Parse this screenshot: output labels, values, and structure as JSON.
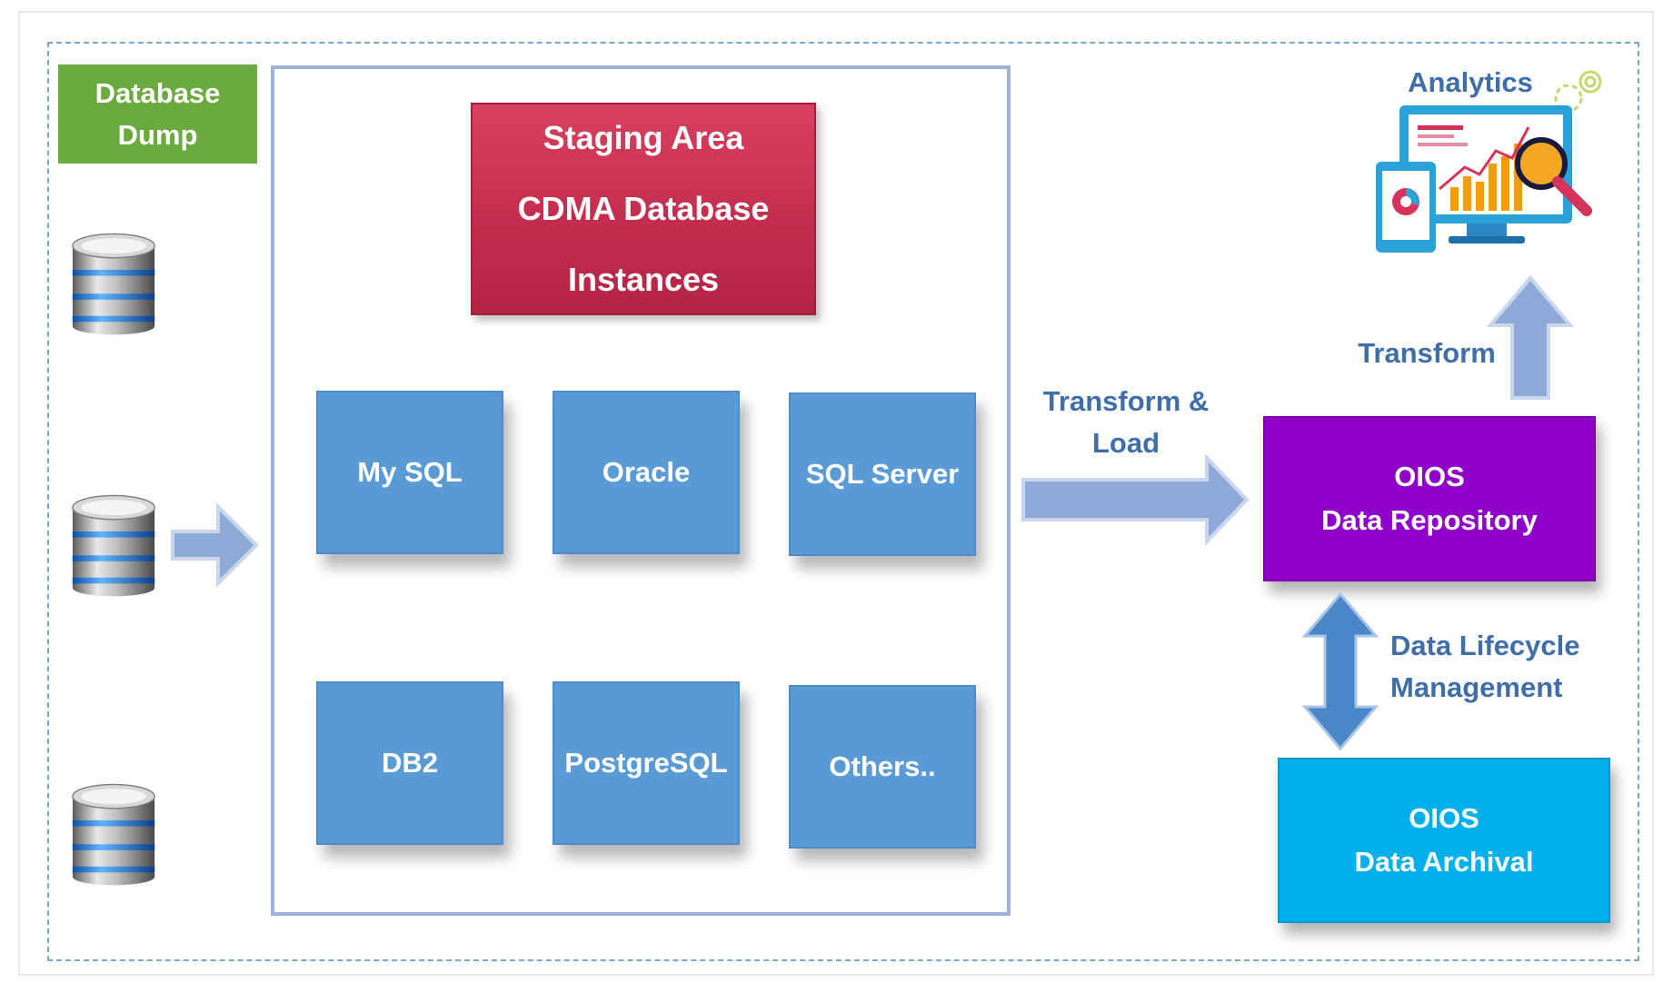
{
  "diagram": {
    "database_dump": {
      "line1": "Database",
      "line2": "Dump"
    },
    "staging": {
      "line1": "Staging Area",
      "line2": "CDMA Database",
      "line3": "Instances"
    },
    "databases": {
      "mysql": "My SQL",
      "oracle": "Oracle",
      "sqlserver": "SQL Server",
      "db2": "DB2",
      "postgresql": "PostgreSQL",
      "others": "Others.."
    },
    "transform_load": {
      "line1": "Transform &",
      "line2": "Load"
    },
    "repository": {
      "line1": "OIOS",
      "line2": "Data Repository"
    },
    "transform": "Transform",
    "analytics": "Analytics",
    "lifecycle": {
      "line1": "Data Lifecycle",
      "line2": "Management"
    },
    "archival": {
      "line1": "OIOS",
      "line2": "Data Archival"
    }
  },
  "colors": {
    "dump_green": "#6aaa3e",
    "staging_red": "#c42d4e",
    "db_blue": "#5b9bd5",
    "repo_purple": "#8f00c8",
    "archival_cyan": "#00b0ea",
    "label_blue": "#3f6ea8",
    "arrow_blue": "#8fa9d6"
  },
  "icons": [
    "database-icon",
    "analytics-monitor-icon",
    "magnifier-icon",
    "gear-icon",
    "tablet-icon"
  ]
}
